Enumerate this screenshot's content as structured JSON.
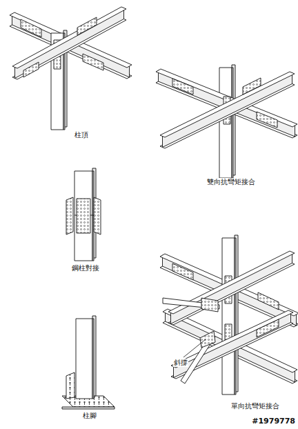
{
  "diagram": {
    "labels": [
      "柱頂",
      "雙向抗彎矩接合",
      "鋼柱對接",
      "柱腳",
      "斜撐",
      "單向抗彎矩接合",
      "#1979778"
    ]
  }
}
